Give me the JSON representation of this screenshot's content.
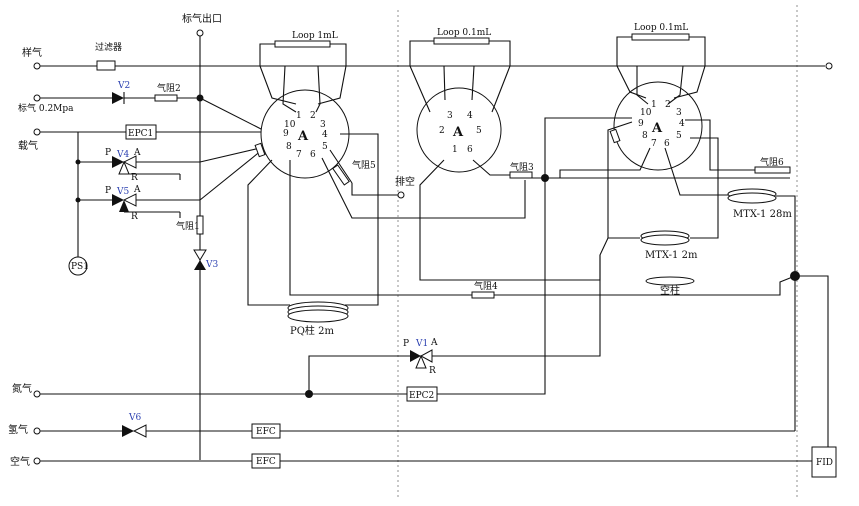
{
  "inlets": {
    "sample_gas": "样气",
    "std_gas": "标气 0.2Mpa",
    "carrier_gas": "载气",
    "nitrogen": "氮气",
    "hydrogen": "氢气",
    "air": "空气"
  },
  "labels": {
    "std_gas_outlet": "标气出口",
    "filter": "过滤器",
    "vent": "排空",
    "ps1": "PS1",
    "fid": "FID"
  },
  "loops": {
    "loop1": "Loop 1mL",
    "loop2": "Loop 0.1mL",
    "loop3": "Loop 0.1mL"
  },
  "columns": {
    "pq": "PQ柱 2m",
    "mtx1_2": "MTX-1 2m",
    "mtx1_28": "MTX-1 28m",
    "empty": "空柱"
  },
  "restrictors": {
    "r1": "气阻1",
    "r2": "气阻2",
    "r3": "气阻3",
    "r4": "气阻4",
    "r5": "气阻5",
    "r6": "气阻6"
  },
  "controllers": {
    "epc1": "EPC1",
    "epc2": "EPC2",
    "efc_h2": "EFC",
    "efc_air": "EFC"
  },
  "valves": {
    "v1": "V1",
    "v2": "V2",
    "v3": "V3",
    "v4": "V4",
    "v5": "V5",
    "v6": "V6",
    "port_p": "P",
    "port_a": "A",
    "port_r": "R"
  },
  "rotary_valves": {
    "center_label": "A",
    "valve1_ports": [
      "1",
      "2",
      "3",
      "4",
      "5",
      "6",
      "7",
      "8",
      "9",
      "10"
    ],
    "valve2_ports": [
      "1",
      "2",
      "3",
      "4",
      "5",
      "6"
    ],
    "valve3_ports": [
      "1",
      "2",
      "3",
      "4",
      "5",
      "6",
      "7",
      "8",
      "9",
      "10"
    ]
  }
}
